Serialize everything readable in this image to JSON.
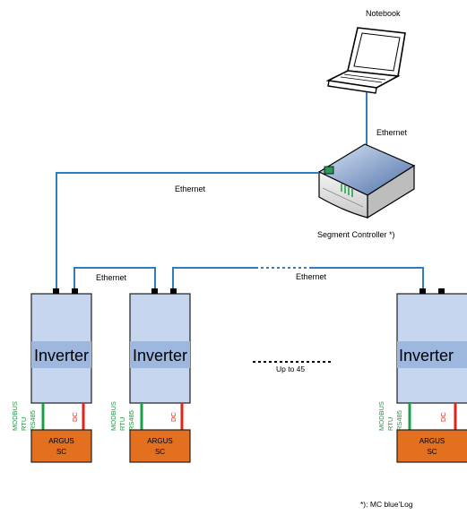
{
  "labels": {
    "notebook": "Notebook",
    "ethernet_notebook": "Ethernet",
    "ethernet_controller": "Ethernet",
    "segment_controller": "Segment Controller *)",
    "ethernet_link_1": "Ethernet",
    "ethernet_link_2": "Ethernet",
    "up_to": "Up to 45",
    "footnote": "*): MC blue’Log"
  },
  "inverters": [
    {
      "label": "Inverter",
      "modbus": "MODBUS",
      "rtu": "RTU",
      "rs485": "RS485",
      "dc": "DC",
      "argus_line1": "ARGUS",
      "argus_line2": "SC"
    },
    {
      "label": "Inverter",
      "modbus": "MODBUS",
      "rtu": "RTU",
      "rs485": "RS485",
      "dc": "DC",
      "argus_line1": "ARGUS",
      "argus_line2": "SC"
    },
    {
      "label": "Inverter",
      "modbus": "MODBUS",
      "rtu": "RTU",
      "rs485": "RS485",
      "dc": "DC",
      "argus_line1": "ARGUS",
      "argus_line2": "SC"
    }
  ],
  "colors": {
    "ethernet_line": "#2f7cc0",
    "inverter_fill": "#c5d6ee",
    "inverter_band": "#9db7df",
    "inverter_border": "#1f1f1f",
    "argus_fill": "#e2701f",
    "modbus_line": "#1aa04a",
    "modbus_text": "#1a9a3e",
    "dc_line": "#e2231a",
    "dc_text": "#e2231a"
  }
}
